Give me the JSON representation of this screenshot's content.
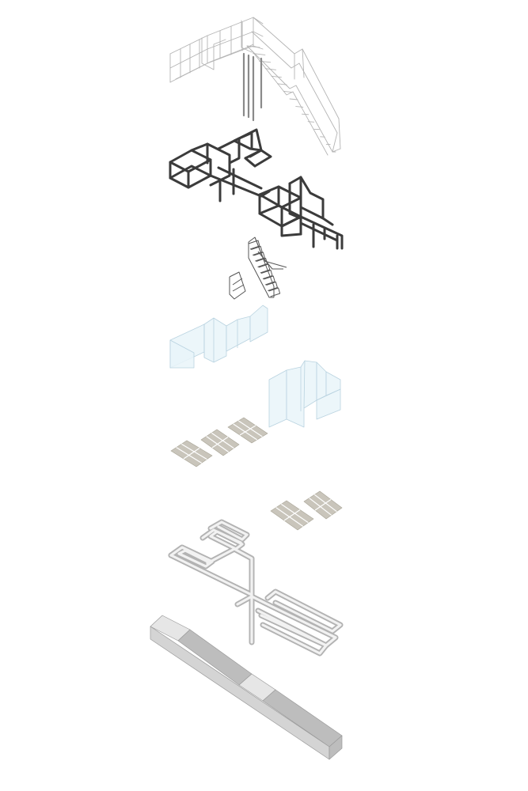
{
  "diagram": {
    "colors": {
      "background": "#ffffff",
      "railing": "#b4b4b4",
      "frame": "#3b3b3b",
      "stair": "#555555",
      "glass_fill": "#e9f4f9",
      "glass_stroke": "#b9d3e0",
      "floor_fill": "#c9c5bb",
      "floor_grid": "#ffffff",
      "pipe": "#b3b3b3",
      "pipe_core": "#f2f2f2",
      "slab_light": "#e6e6e6",
      "slab_dark": "#bdbdbd",
      "slab_side": "#d4d4d4",
      "slab_edge": "#9a9a9a"
    },
    "layers": [
      {
        "name": "railing-bridge-layer"
      },
      {
        "name": "steel-frame-layer"
      },
      {
        "name": "staircase-layer"
      },
      {
        "name": "glass-volume-layer"
      },
      {
        "name": "floor-panel-layer"
      },
      {
        "name": "heating-pipe-layer"
      },
      {
        "name": "base-slab-layer"
      }
    ]
  }
}
